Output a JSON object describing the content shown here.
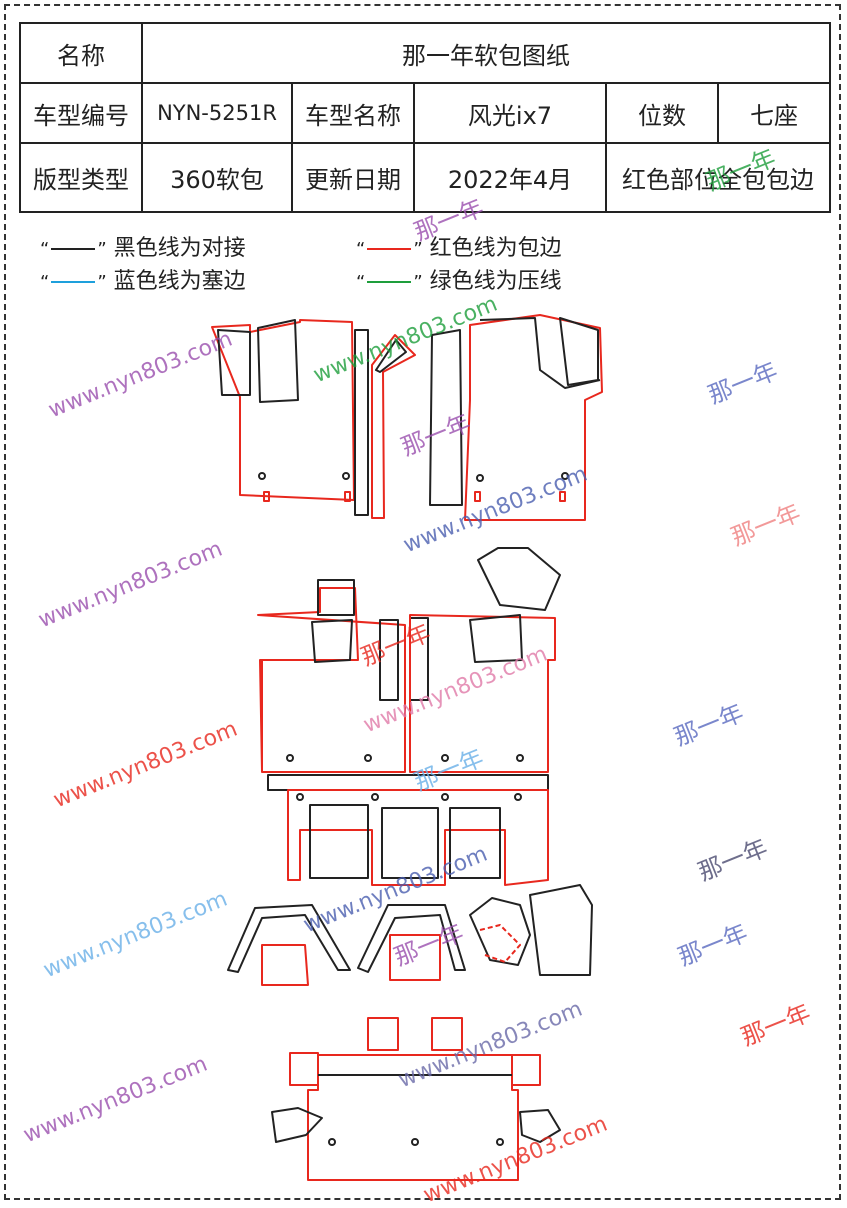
{
  "table": {
    "row1": {
      "label": "名称",
      "value": "那一年软包图纸"
    },
    "row2": {
      "l1": "车型编号",
      "v1": "NYN-5251R",
      "l2": "车型名称",
      "v2": "风光ix7",
      "l3": "位数",
      "v3": "七座"
    },
    "row3": {
      "l1": "版型类型",
      "v1": "360软包",
      "l2": "更新日期",
      "v2": "2022年4月",
      "v3": "红色部位全包包边"
    }
  },
  "legend": [
    {
      "text": "黑色线为对接",
      "color": "#222222"
    },
    {
      "text": "红色线为包边",
      "color": "#e8281e"
    },
    {
      "text": "蓝色线为塞边",
      "color": "#1ea0dc"
    },
    {
      "text": "绿色线为压线",
      "color": "#1e9e3c"
    }
  ],
  "quote_open": "“",
  "quote_close": "”",
  "watermark": {
    "url": "www.nyn803.com",
    "brand": "那一年"
  },
  "colors": {
    "cut": "#e8281e",
    "join": "#222222"
  }
}
